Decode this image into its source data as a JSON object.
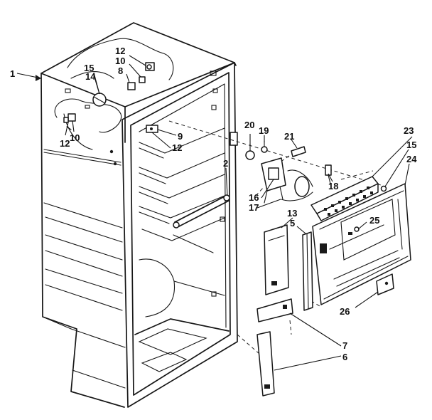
{
  "diagram": {
    "callouts": [
      {
        "id": "c1",
        "label": "1"
      },
      {
        "id": "c12a",
        "label": "12"
      },
      {
        "id": "c10a",
        "label": "10"
      },
      {
        "id": "c8",
        "label": "8"
      },
      {
        "id": "c15a",
        "label": "15"
      },
      {
        "id": "c14",
        "label": "14"
      },
      {
        "id": "c12b",
        "label": "12"
      },
      {
        "id": "c10b",
        "label": "10"
      },
      {
        "id": "c9",
        "label": "9"
      },
      {
        "id": "c12c",
        "label": "12"
      },
      {
        "id": "c2",
        "label": "2"
      },
      {
        "id": "c20",
        "label": "20"
      },
      {
        "id": "c19",
        "label": "19"
      },
      {
        "id": "c21",
        "label": "21"
      },
      {
        "id": "c23",
        "label": "23"
      },
      {
        "id": "c15b",
        "label": "15"
      },
      {
        "id": "c24",
        "label": "24"
      },
      {
        "id": "c16",
        "label": "16"
      },
      {
        "id": "c17",
        "label": "17"
      },
      {
        "id": "c18",
        "label": "18"
      },
      {
        "id": "c13",
        "label": "13"
      },
      {
        "id": "c5",
        "label": "5"
      },
      {
        "id": "c25",
        "label": "25"
      },
      {
        "id": "c26",
        "label": "26"
      },
      {
        "id": "c7",
        "label": "7"
      },
      {
        "id": "c6",
        "label": "6"
      }
    ]
  }
}
